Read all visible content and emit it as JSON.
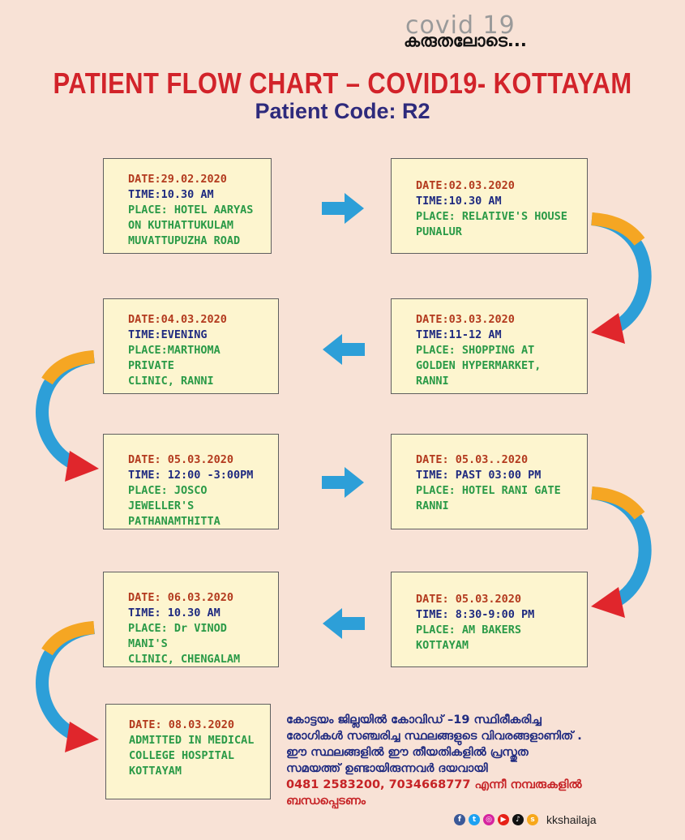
{
  "logo": {
    "covid_text": "covid 19",
    "tagline": "കരുതലോടെ..."
  },
  "title": "PATIENT FLOW CHART – COVID19- KOTTAYAM",
  "subtitle": "Patient Code: R2",
  "boxes": [
    {
      "date": "DATE:29.02.2020",
      "time": "TIME:10.30 AM",
      "place": "PLACE: HOTEL AARYAS\nON KUTHATTUKULAM\nMUVATTUPUZHA ROAD"
    },
    {
      "date": "DATE:02.03.2020",
      "time": "TIME:10.30 AM",
      "place": "PLACE: RELATIVE'S HOUSE\nPUNALUR"
    },
    {
      "date": "DATE:03.03.2020",
      "time": "TIME:11-12 AM",
      "place": "PLACE: SHOPPING AT\nGOLDEN  HYPERMARKET,\nRANNI"
    },
    {
      "date": "DATE:04.03.2020",
      "time": "TIME:EVENING",
      "place": "PLACE:MARTHOMA PRIVATE\nCLINIC, RANNI"
    },
    {
      "date": "DATE: 05.03.2020",
      "time": "TIME: 12:00 -3:00PM",
      "place": "PLACE: JOSCO JEWELLER'S\nPATHANAMTHITTA"
    },
    {
      "date": "DATE: 05.03..2020",
      "time": "TIME: PAST 03:00 PM",
      "place": "PLACE: HOTEL RANI GATE\nRANNI"
    },
    {
      "date": "DATE: 05.03.2020",
      "time": "TIME: 8:30-9:00 PM",
      "place": "PLACE: AM BAKERS\nKOTTAYAM"
    },
    {
      "date": "DATE: 06.03.2020",
      "time": "TIME: 10.30 AM",
      "place": "PLACE: Dr VINOD MANI'S\nCLINIC, CHENGALAM"
    },
    {
      "date": "DATE: 08.03.2020",
      "time": "",
      "place": "ADMITTED IN  MEDICAL\nCOLLEGE  HOSPITAL\nKOTTAYAM"
    }
  ],
  "note": {
    "line1": "കോട്ടയം ജില്ലയിൽ കോവിഡ് –19 സ്ഥിരീകരിച്ച",
    "line2": "രോഗികൾ സഞ്ചരിച്ച സ്ഥലങ്ങളുടെ വിവരങ്ങളാണിത് .",
    "line3": "ഈ സ്ഥലങ്ങളിൽ ഈ തീയതികളിൽ പ്രസ്തുത",
    "line4": "സമയത്ത് ഉണ്ടായിരുന്നവർ ദയവായി",
    "line5": "0481 2583200, 7034668777 എന്നീ നമ്പരുകളിൽ",
    "line6": "ബന്ധപ്പെടണം"
  },
  "footer": {
    "handle": "kkshailaja"
  },
  "colors": {
    "title": "#d2232a",
    "subtitle": "#2e2a7c",
    "date": "#b33a1e",
    "time": "#1f2a80",
    "place": "#2a9a47",
    "box_fill": "#fdf5cf",
    "arrow_blue": "#2d9fd8",
    "arrow_orange": "#f5a623",
    "arrow_red": "#e0262c"
  },
  "icons": [
    "facebook-icon",
    "twitter-icon",
    "instagram-icon",
    "youtube-icon",
    "tiktok-icon",
    "sharechat-icon"
  ]
}
